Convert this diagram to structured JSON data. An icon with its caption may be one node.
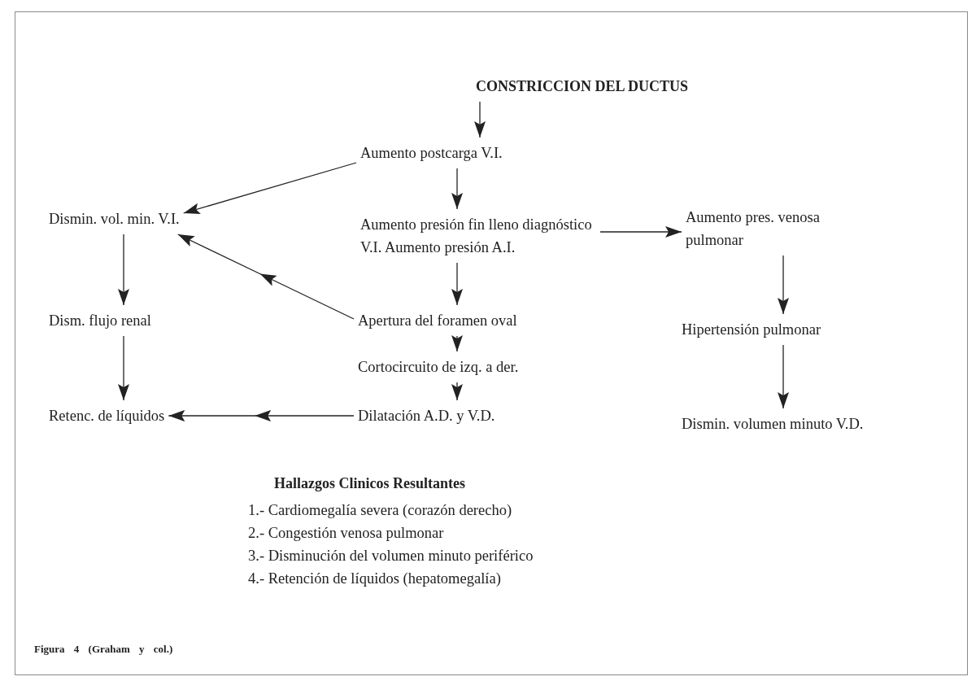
{
  "diagram": {
    "caption": "Figura 4 (Graham y col.)",
    "nodes": [
      {
        "text": [
          "CONSTRICCION DEL DUCTUS"
        ]
      },
      {
        "text": [
          "Aumento postcarga V.I."
        ]
      },
      {
        "text": [
          "Dismin. vol. min. V.I."
        ]
      },
      {
        "text": [
          "Aumento presión fin lleno diagnóstico V.I. Aumento presión A.I."
        ]
      },
      {
        "text": [
          "Aumento pres. venosa pulmonar"
        ]
      },
      {
        "text": [
          "Dism. flujo renal"
        ]
      },
      {
        "text": [
          "Apertura del foramen oval"
        ]
      },
      {
        "text": [
          "Hipertensión pulmonar"
        ]
      },
      {
        "text": [
          "Cortocircuito de izq. a der."
        ]
      },
      {
        "text": [
          "Retenc. de líquidos"
        ]
      },
      {
        "text": [
          "Dilatación A.D. y V.D."
        ]
      },
      {
        "text": [
          "Dismin. volumen minuto V.D."
        ]
      }
    ],
    "edges": [
      {
        "from": 0,
        "to": 1,
        "arrow": "to"
      },
      {
        "from": 1,
        "to": 2,
        "arrow": "to"
      },
      {
        "from": 1,
        "to": 3,
        "arrow": "to"
      },
      {
        "from": 3,
        "to": 4,
        "arrow": "to"
      },
      {
        "from": 2,
        "to": 5,
        "arrow": "to"
      },
      {
        "from": 3,
        "to": 6,
        "arrow": "to"
      },
      {
        "from": 6,
        "to": 2,
        "arrow": "to"
      },
      {
        "from": 6,
        "to": 8,
        "arrow": "to"
      },
      {
        "from": 8,
        "to": 10,
        "arrow": "to"
      },
      {
        "from": 10,
        "to": 9,
        "arrow": "to"
      },
      {
        "from": 5,
        "to": 9,
        "arrow": "to"
      },
      {
        "from": 4,
        "to": 7,
        "arrow": "to"
      },
      {
        "from": 7,
        "to": 11,
        "arrow": "to"
      }
    ],
    "labels": [
      "Hallazgos Clinicos Resultantes",
      "1.- Cardiomegalía severa (corazón derecho)",
      "2.- Congestión venosa pulmonar",
      "3.- Disminución del volumen minuto periférico",
      "4.- Retención de líquidos (hepatomegalía)"
    ]
  }
}
